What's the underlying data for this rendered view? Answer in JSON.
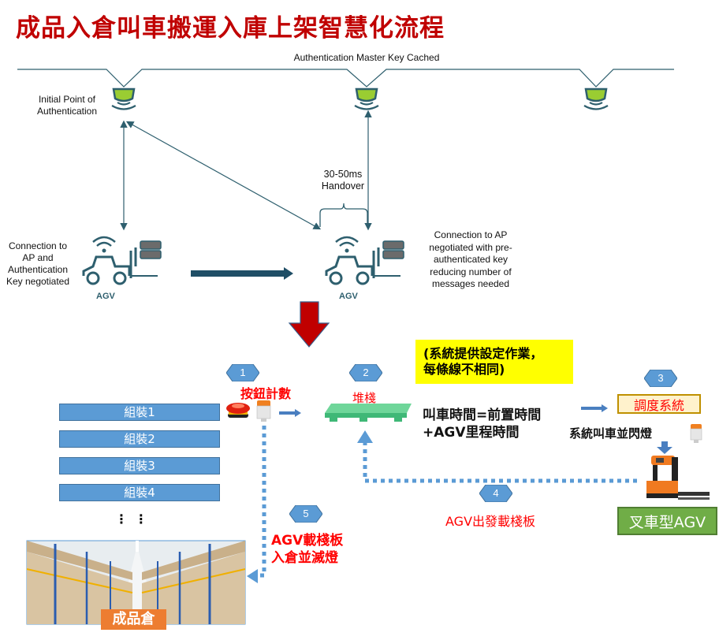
{
  "title": "成品入倉叫車搬運入庫上架智慧化流程",
  "network": {
    "backbone_label": "Authentication Master Key Cached",
    "initial_ap_label": [
      "Initial Point of",
      "Authentication"
    ],
    "handover_label": [
      "30-50ms",
      "Handover"
    ],
    "left_agv_label": [
      "Connection to",
      "AP and",
      "Authentication",
      "Key negotiated"
    ],
    "right_agv_label": [
      "Connection to AP",
      "negotiated with pre-",
      "authenticated key",
      "reducing number of",
      "messages needed"
    ],
    "agv_text": "AGV"
  },
  "colors": {
    "title": "#c00000",
    "diagram_teal": "#2e5f6e",
    "ap_green": "#9acd32",
    "big_arrow": "#c00000",
    "process_blue": "#5b9bd5",
    "highlight_yellow": "#ffff00",
    "agv_green": "#70ad47",
    "warehouse_orange": "#ed7d31"
  },
  "process": {
    "assembly_lines": [
      "組裝1",
      "組裝2",
      "組裝3",
      "組裝4"
    ],
    "ellipsis": "⋮  ⋮",
    "steps": [
      {
        "number": "1",
        "label": "按鈕計數"
      },
      {
        "number": "2",
        "label": "堆棧"
      },
      {
        "number": "3",
        "label": "調度系統"
      },
      {
        "number": "4",
        "label": "AGV出發載棧板"
      },
      {
        "number": "5",
        "label": [
          "AGV載棧板",
          "入倉並滅燈"
        ]
      }
    ],
    "note": [
      "(系統提供設定作業，",
      "每條線不相同)"
    ],
    "call_time": [
      "叫車時間=前置時間",
      "+AGV里程時間"
    ],
    "system_call": "系統叫車並閃燈",
    "agv_type": "叉車型AGV",
    "warehouse": "成品倉"
  }
}
